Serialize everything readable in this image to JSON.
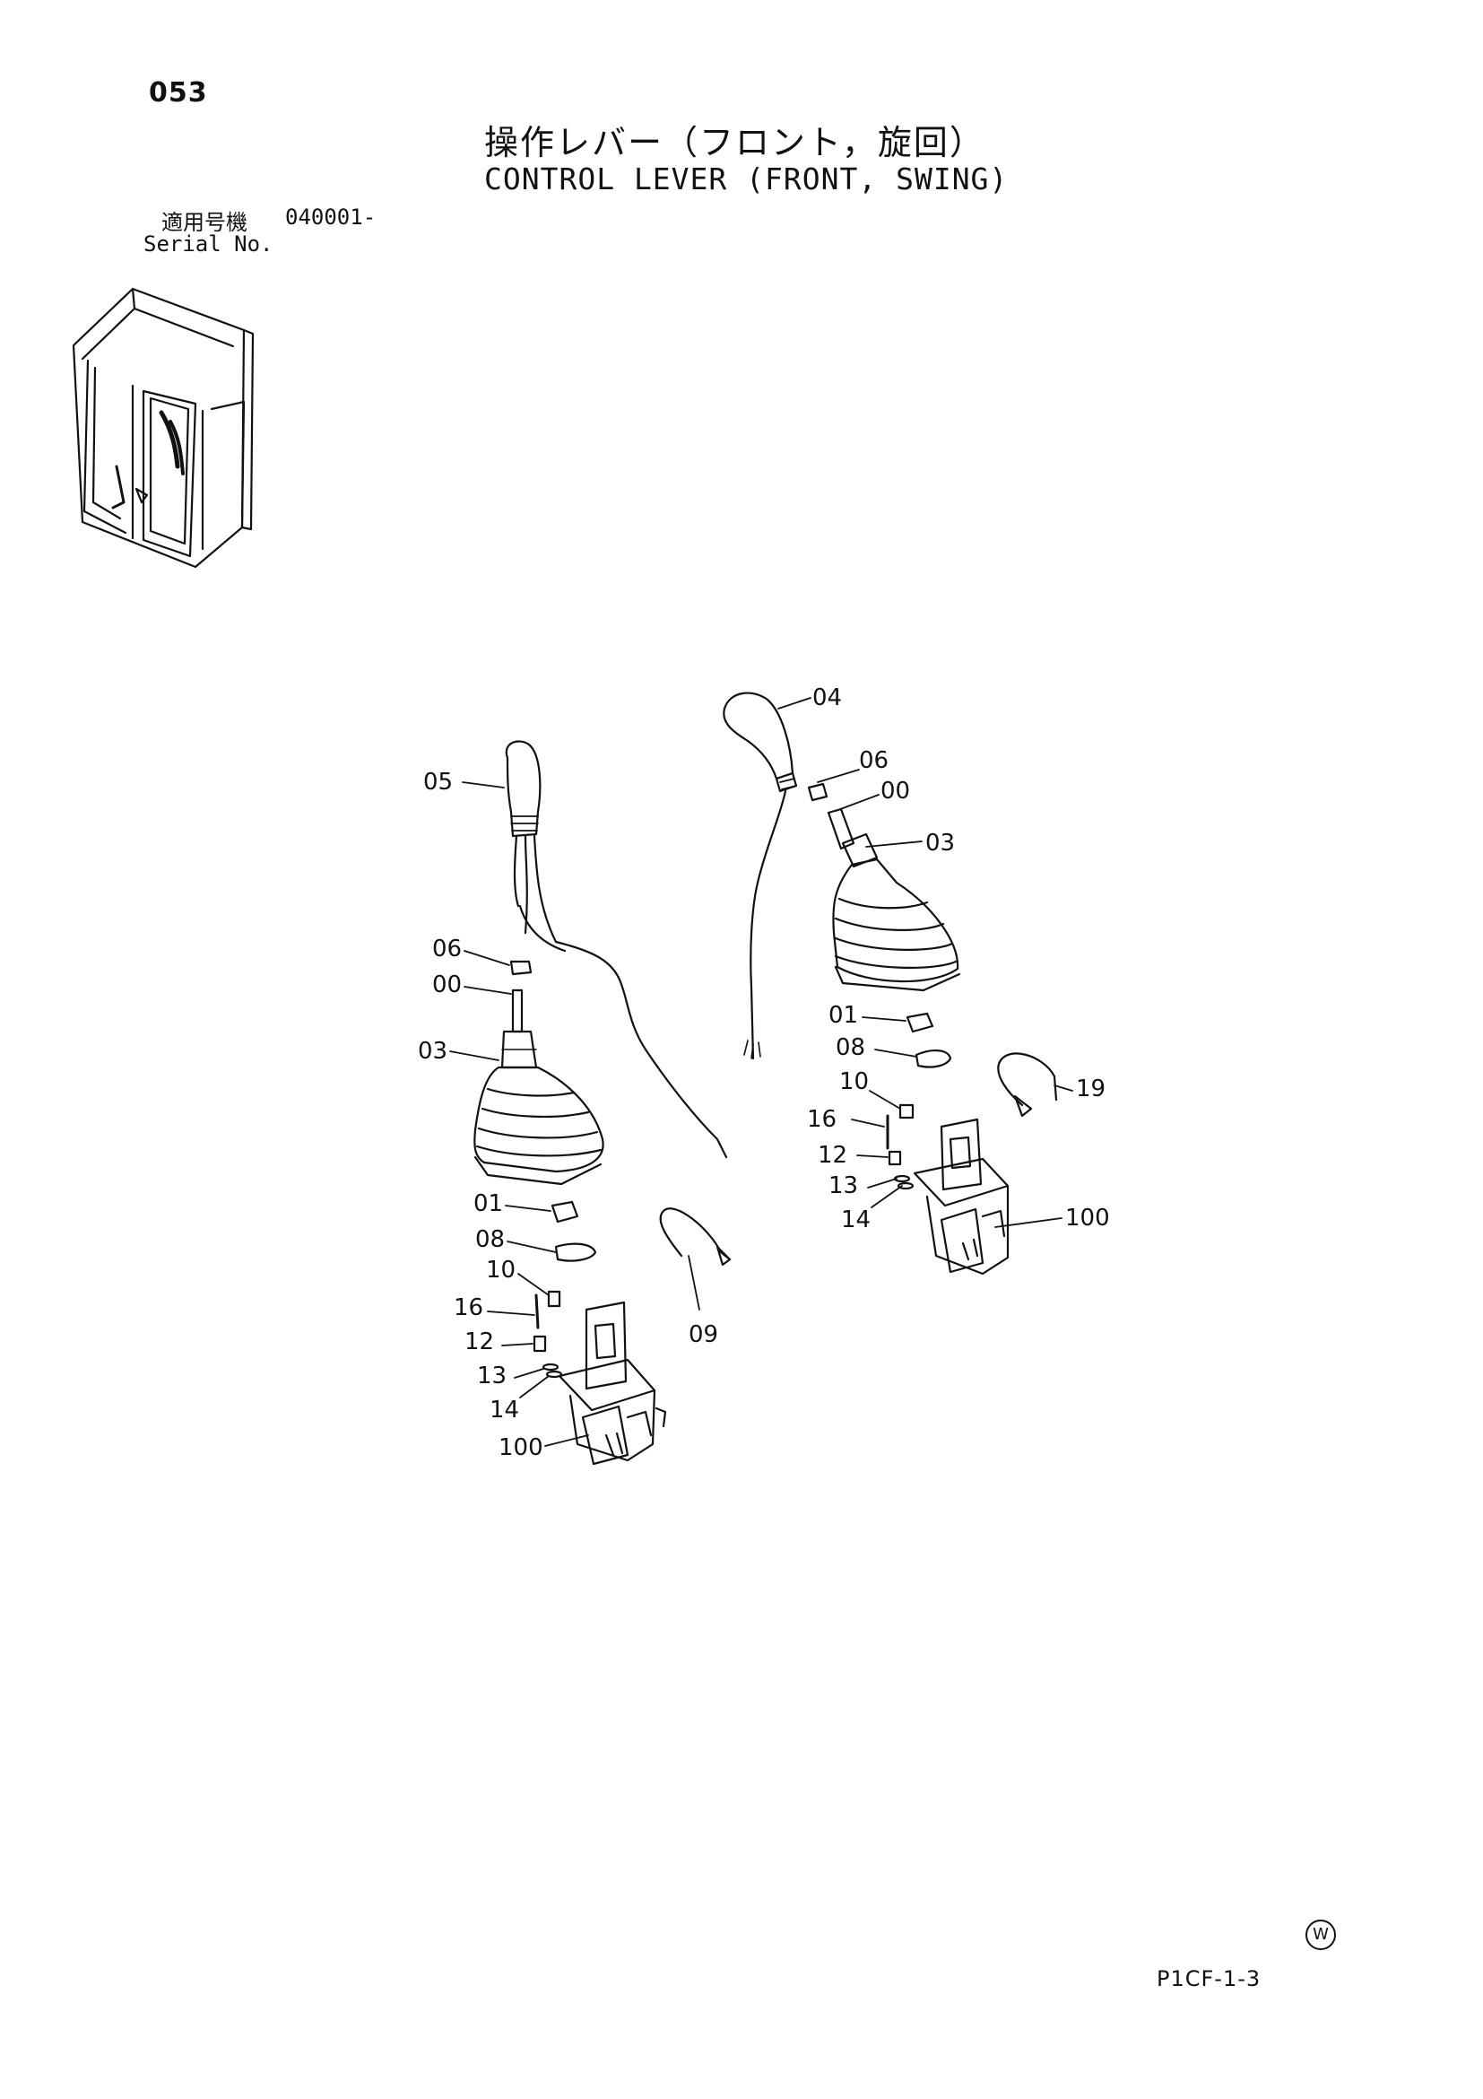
{
  "page_number": "053",
  "title_jp": "操作レバー（フロント，旋回）",
  "title_en": "CONTROL LEVER (FRONT, SWING)",
  "serial": {
    "label_jp": "適用号機",
    "value": "040001-",
    "label_en": "Serial No."
  },
  "watermark_symbol": "W",
  "page_code": "P1CF-1-3",
  "callouts_left": [
    "05",
    "06",
    "00",
    "03",
    "01",
    "08",
    "10",
    "16",
    "12",
    "13",
    "14",
    "100",
    "09"
  ],
  "callouts_right": [
    "04",
    "06",
    "00",
    "03",
    "01",
    "08",
    "10",
    "16",
    "12",
    "13",
    "14",
    "100",
    "19"
  ],
  "icons": {
    "cab": "cab-location-icon",
    "lever": "control-lever-icon",
    "clip": "wire-clip-icon"
  }
}
